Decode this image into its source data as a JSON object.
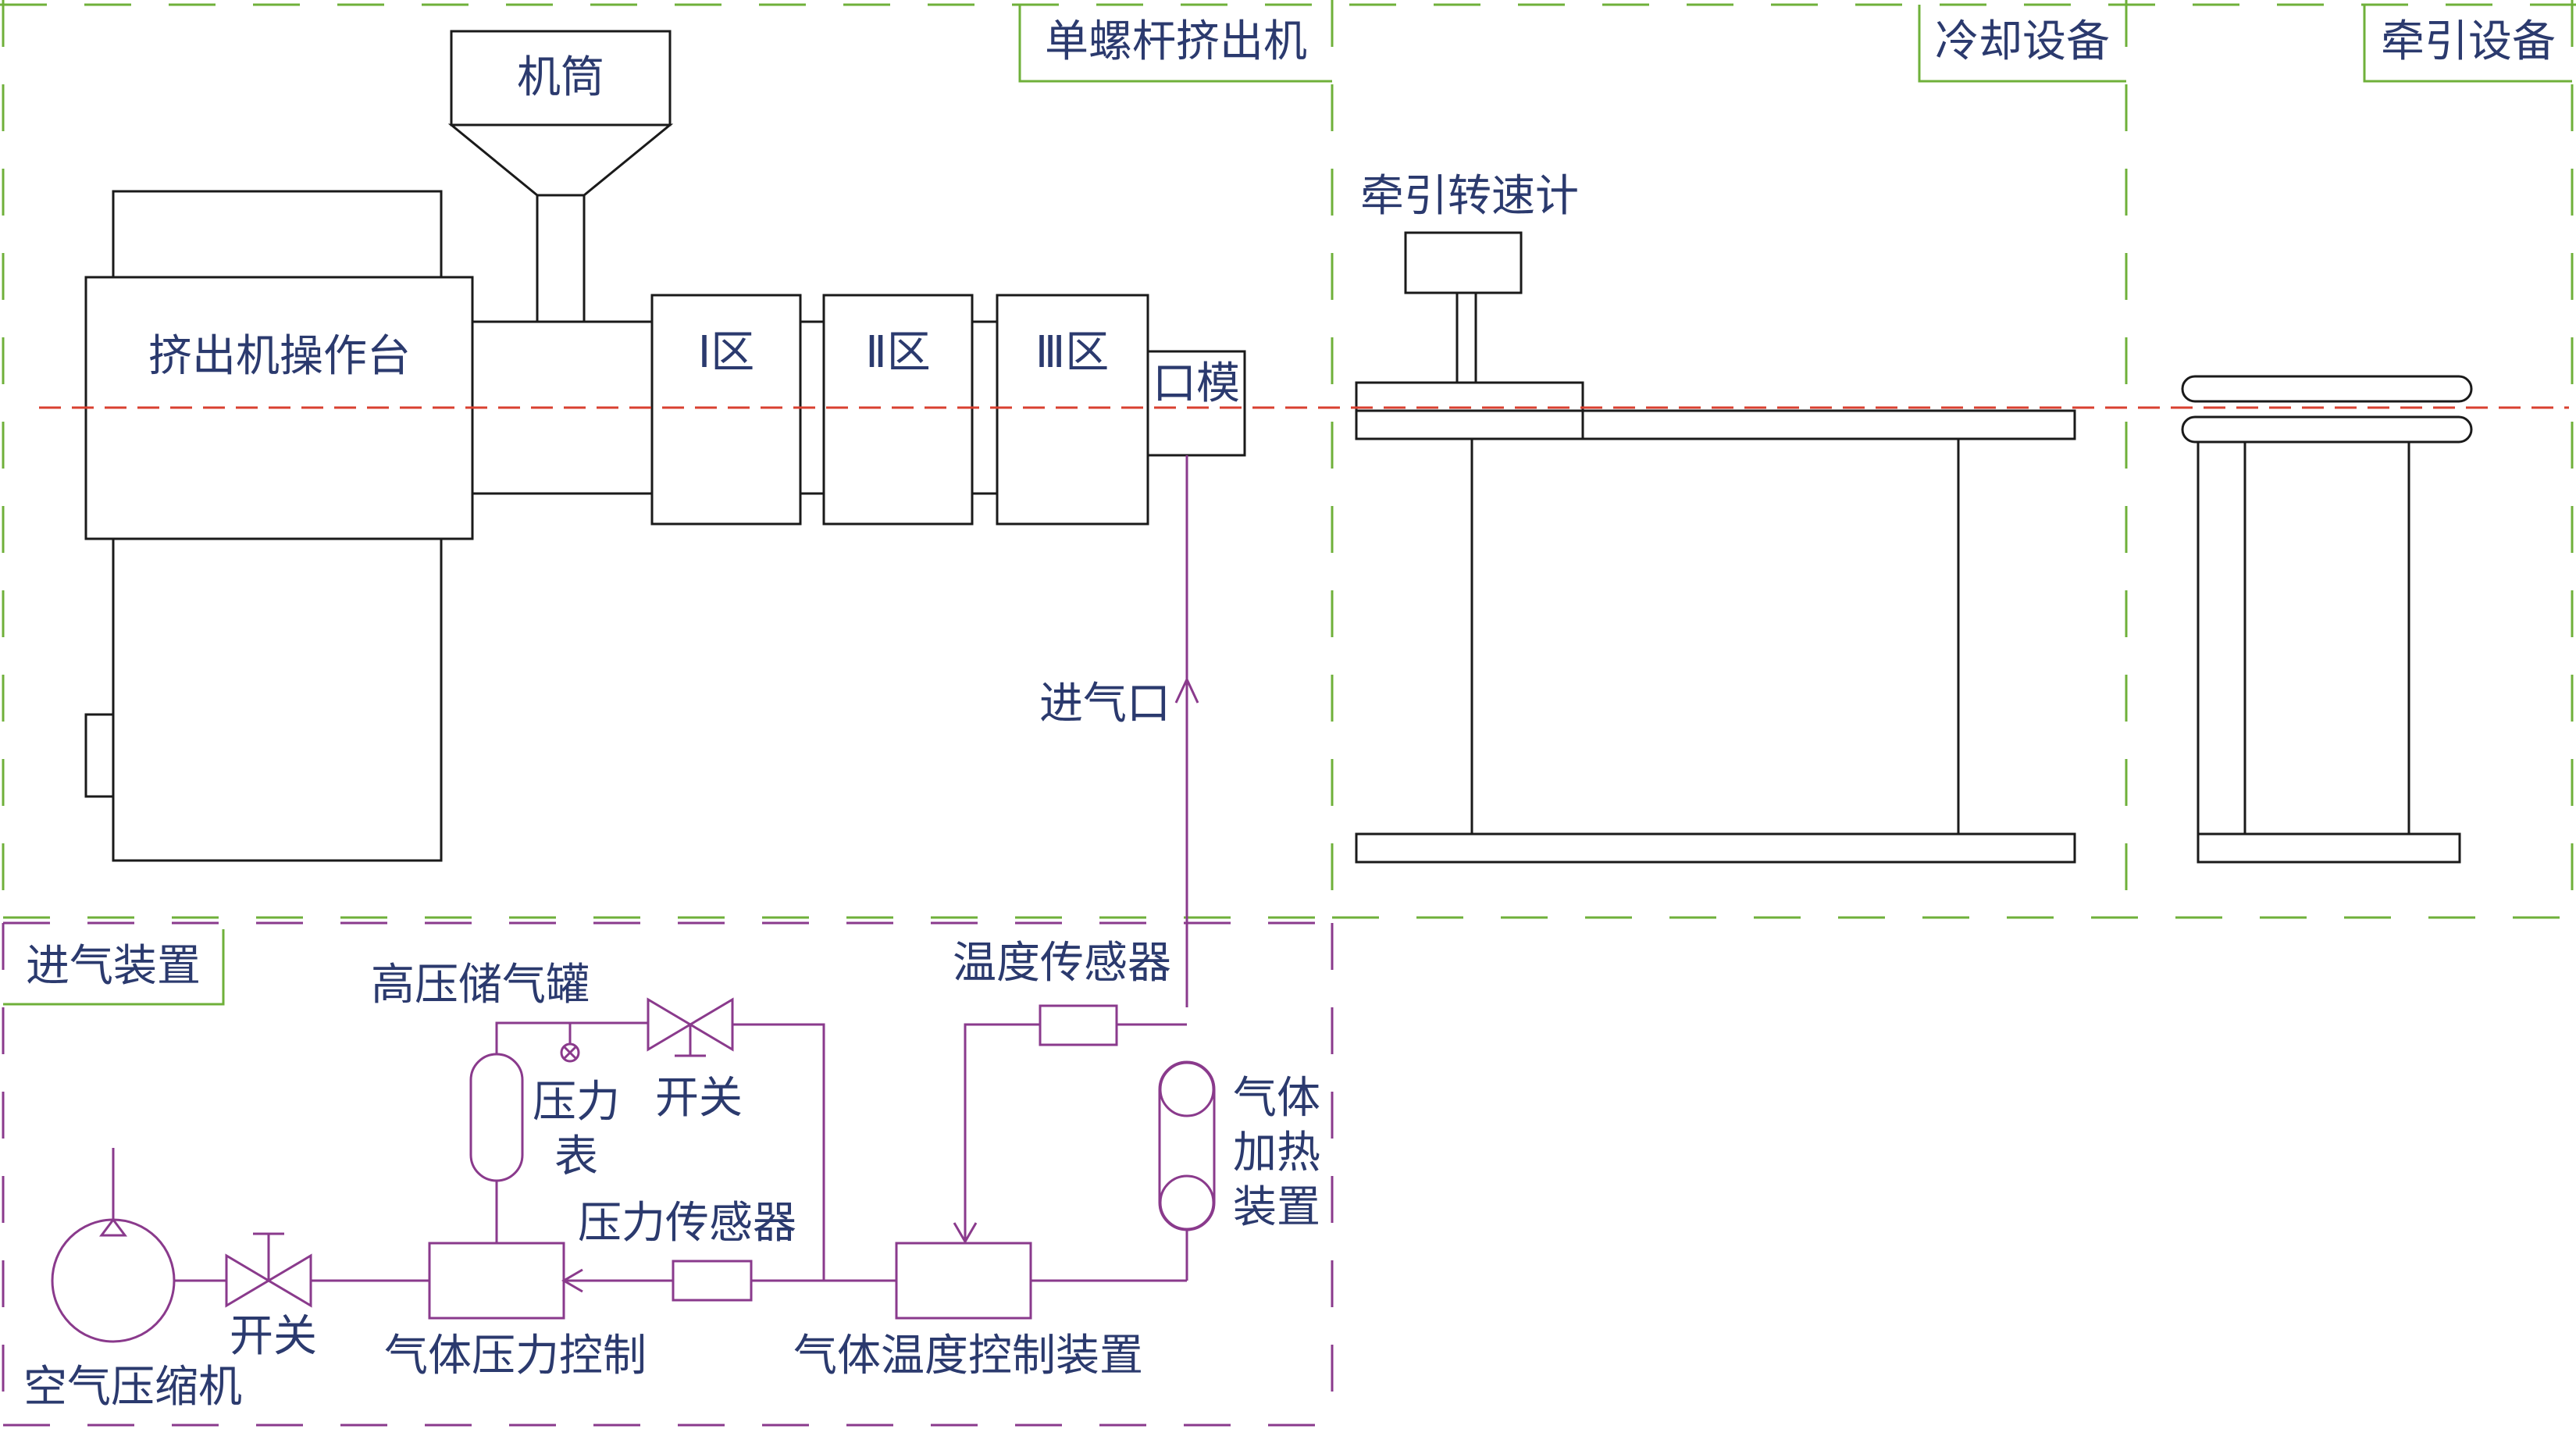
{
  "sections": {
    "extruder": "单螺杆挤出机",
    "cooling": "冷却设备",
    "traction": "牵引设备",
    "intake": "进气装置"
  },
  "components": {
    "barrel": "机筒",
    "console": "挤出机操作台",
    "zone1": "Ⅰ区",
    "zone2": "Ⅱ区",
    "zone3": "Ⅲ区",
    "die": "口模",
    "tachometer": "牵引转速计",
    "air_inlet": "进气口"
  },
  "intake": {
    "temp_sensor": "温度传感器",
    "tank": "高压储气罐",
    "switch_top": "开关",
    "gauge_line1": "压力",
    "gauge_line2": "表",
    "heater_line1": "气体",
    "heater_line2": "加热",
    "heater_line3": "装置",
    "pressure_sensor": "压力传感器",
    "switch_bottom": "开关",
    "compressor": "空气压缩机",
    "pressure_control": "气体压力控制",
    "temp_control": "气体温度控制装置"
  },
  "colors": {
    "zone_border": "#6fb03a",
    "intake_pipe": "#8a3a8c",
    "center_axis": "#d94030",
    "label_text": "#2b3a6e",
    "equipment": "#1a1a1a"
  }
}
